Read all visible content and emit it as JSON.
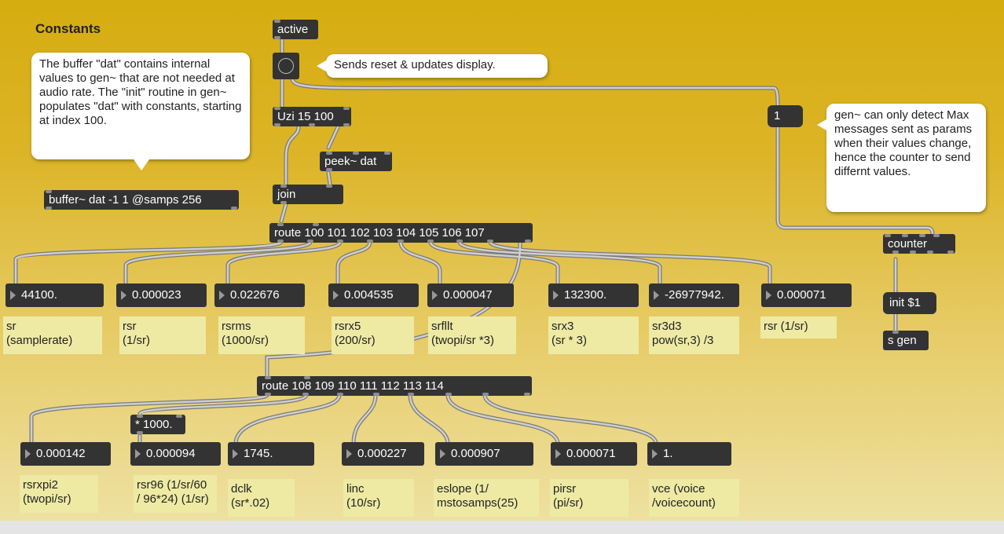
{
  "title": "Constants",
  "objects": {
    "active": "active",
    "uzi": "Uzi 15 100",
    "peek": "peek~ dat",
    "join": "join",
    "buffer": "buffer~ dat -1 1 @samps 256",
    "route1": "route 100 101 102 103 104 105 106 107",
    "route2": "route 108 109 110 111 112 113 114",
    "mult": "* 1000.",
    "counter": "counter",
    "init": "init $1",
    "sgen": "s gen",
    "msg1": "1"
  },
  "bubbles": {
    "buffer_note": "The buffer \"dat\" contains internal values to gen~ that are not needed at audio rate. The \"init\" routine in gen~ populates \"dat\" with constants, starting at index 100.",
    "reset_note": "Sends reset & updates display.",
    "gen_note": "gen~ can only detect Max messages sent as params when their values change, hence the counter to send differnt values."
  },
  "row1_numbers": [
    "44100.",
    "0.000023",
    "0.022676",
    "0.004535",
    "0.000047",
    "132300.",
    "-26977942.",
    "0.000071"
  ],
  "row1_comments": [
    "sr\n(samplerate)",
    "rsr\n(1/sr)",
    "rsrms\n(1000/sr)",
    "rsrx5\n(200/sr)",
    "srfllt\n(twopi/sr *3)",
    "srx3\n(sr * 3)",
    "sr3d3\npow(sr,3) /3",
    "rsr (1/sr)"
  ],
  "row2_numbers": [
    "0.000142",
    "0.000094",
    "1745.",
    "0.000227",
    "0.000907",
    "0.000071",
    "1."
  ],
  "row2_comments": [
    "rsrxpi2\n(twopi/sr)",
    "rsr96 (1/sr/60\n/ 96*24) (1/sr)",
    "dclk\n(sr*.02)",
    "linc\n(10/sr)",
    "eslope (1/\nmstosamps(25)",
    "pirsr\n(pi/sr)",
    "vce (voice\n/voicecount)"
  ],
  "colors": {
    "background": "#d6ac10",
    "object": "#333333",
    "comment": "#eeeaa4",
    "cord": "#a8a8a8"
  }
}
